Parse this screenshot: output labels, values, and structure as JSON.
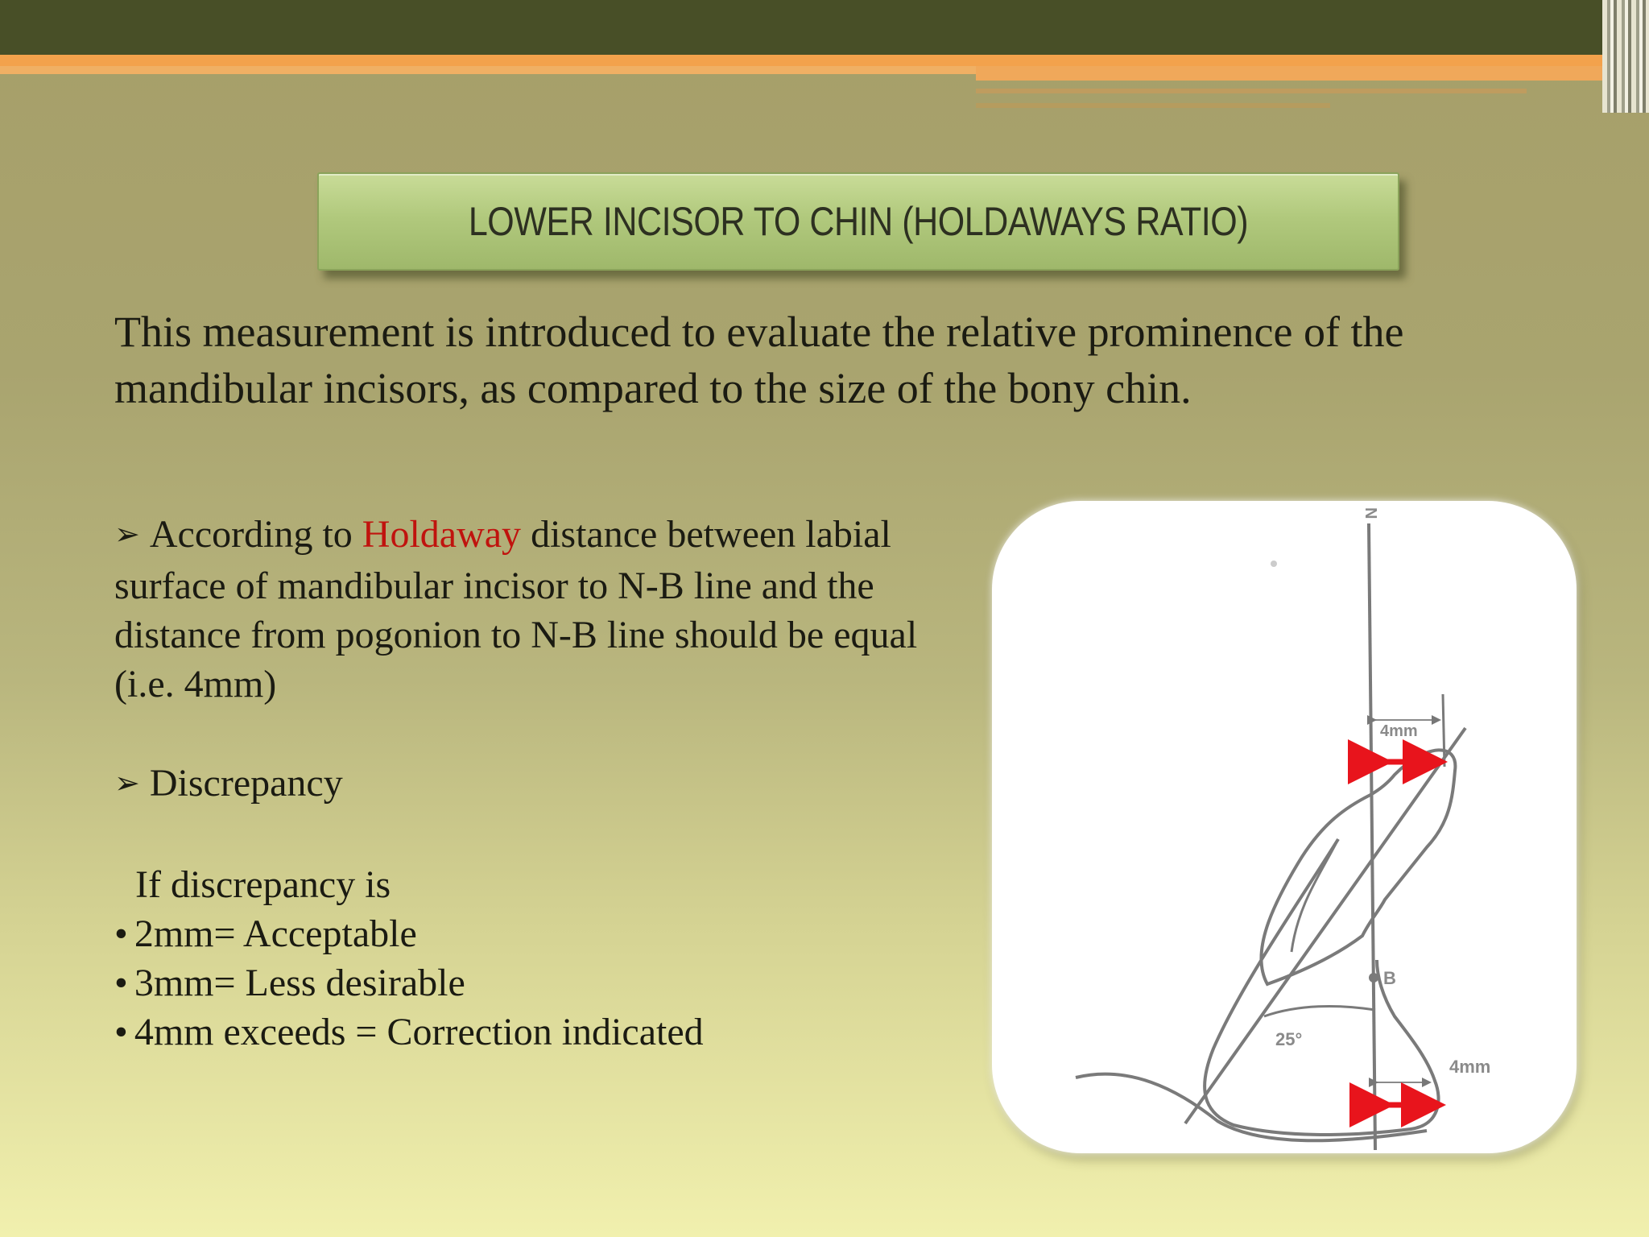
{
  "slide": {
    "title": "LOWER INCISOR TO CHIN (HOLDAWAYS RATIO)",
    "intro": "This measurement is introduced to evaluate the relative prominence of the mandibular incisors, as compared to the size of the bony chin.",
    "point1": {
      "marker": "➢",
      "before": "According to ",
      "highlight": "Holdaway",
      "after": " distance between labial surface of mandibular incisor to N-B line and the distance from pogonion to N-B line should be equal (i.e. 4mm)"
    },
    "point2": {
      "marker": "➢",
      "text": "Discrepancy"
    },
    "discrepancy_intro": "If discrepancy is",
    "discrepancy_items": [
      {
        "bullet": "•",
        "text": "2mm= Acceptable"
      },
      {
        "bullet": "•",
        "text": "3mm= Less desirable"
      },
      {
        "bullet": "•",
        "text": "4mm exceeds = Correction indicated"
      }
    ],
    "colors": {
      "highlight": "#c0130e",
      "arrow_red": "#e8141c",
      "title_green": "#b1c97d",
      "top_bar": "#484f27",
      "accent_orange": "#f3a24c"
    }
  },
  "diagram": {
    "label_n": "N",
    "label_b": "B",
    "label_top_distance": "4mm",
    "label_bottom_distance": "4mm",
    "label_angle": "25°"
  }
}
